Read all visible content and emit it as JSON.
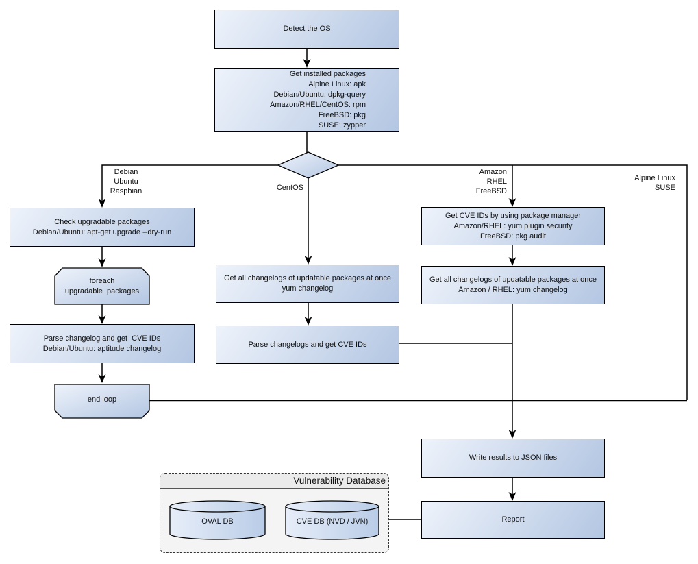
{
  "diagram": {
    "nodes": {
      "detect_os": "Detect the OS",
      "get_installed": "Get installed packages\nAlpine Linux: apk\nDebian/Ubuntu: dpkg-query\nAmazon/RHEL/CentOS: rpm\nFreeBSD: pkg\nSUSE: zypper",
      "check_upgradable": "Check upgradable packages\nDebian/Ubuntu: apt-get upgrade --dry-run",
      "foreach_loop": "foreach\nupgradable  packages",
      "parse_changelog": "Parse changelog and get  CVE IDs\nDebian/Ubuntu: aptitude changelog",
      "end_loop": "end loop",
      "get_changelogs_centos": "Get all changelogs of updatable packages at once\nyum changelog",
      "parse_changelogs": "Parse changelogs and get CVE IDs",
      "get_cve_ids_pkg_mgr": "Get CVE IDs by using package manager\nAmazon/RHEL: yum plugin security\nFreeBSD: pkg audit",
      "get_changelogs_amazon": "Get all changelogs of updatable packages at once\nAmazon / RHEL: yum changelog",
      "write_results": "Write results to JSON files",
      "report": "Report"
    },
    "branch_labels": {
      "debian": "Debian\nUbuntu\nRaspbian",
      "centos": "CentOS",
      "amazon": "Amazon\nRHEL\nFreeBSD",
      "alpine": "Alpine Linux\nSUSE"
    },
    "database": {
      "title": "Vulnerability Database",
      "oval_db": "OVAL DB",
      "cve_db": "CVE DB (NVD / JVN)"
    },
    "colors": {
      "node_gradient_light": "#eef3fb",
      "node_gradient_dark": "#b3c6e2",
      "line": "#000000",
      "db_panel_bg": "#f4f4f4",
      "db_title_bg": "#ebebeb"
    }
  }
}
